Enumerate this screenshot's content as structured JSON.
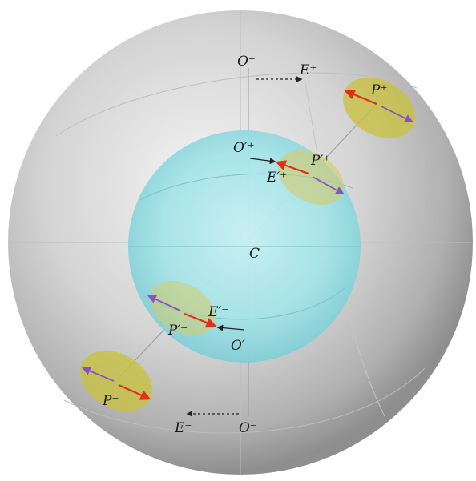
{
  "labels": {
    "o_plus": "O⁺",
    "e_plus": "E⁺",
    "p_plus": "P⁺",
    "o_prime_plus": "O′⁺",
    "e_prime_plus": "E′⁺",
    "p_prime_plus": "P′⁺",
    "center": "C",
    "e_prime_minus": "E′⁻",
    "p_prime_minus": "P′⁻",
    "o_prime_minus": "O′⁻",
    "p_minus": "P⁻",
    "e_minus": "E⁻",
    "o_minus": "O⁻"
  },
  "colors": {
    "outer_sphere": "#c8c8c8",
    "inner_sphere": "#8fd6dc",
    "patch_fill": "#c9c23a",
    "red_arrow": "#e0301c",
    "purple_arrow": "#8a50c8",
    "dark_arrow": "#222222"
  }
}
